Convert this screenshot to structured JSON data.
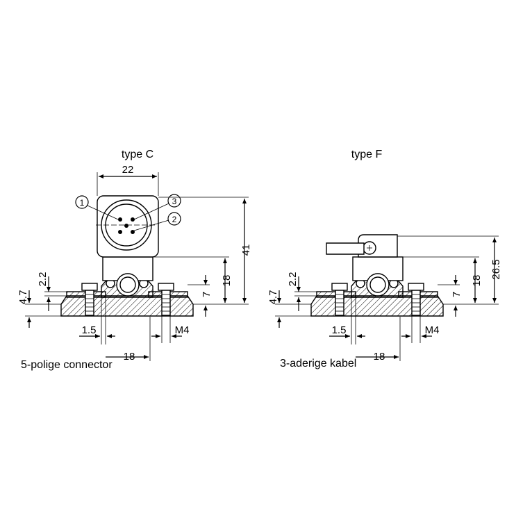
{
  "views": {
    "left": {
      "title": "type C",
      "caption": "5-polige connector",
      "dims": {
        "width": "22",
        "height_total": "41",
        "height_body": "18",
        "plate_top": "7",
        "plate_thickness": "4.7",
        "step": "2.2",
        "offset": "1.5",
        "screw": "M4",
        "spacing": "18"
      },
      "pins": [
        "1",
        "2",
        "3"
      ]
    },
    "right": {
      "title": "type F",
      "caption": "3-aderige kabel",
      "dims": {
        "height_total": "26.5",
        "height_body": "18",
        "plate_top": "7",
        "plate_thickness": "4.7",
        "step": "2.2",
        "offset": "1.5",
        "screw": "M4",
        "spacing": "18"
      }
    }
  }
}
